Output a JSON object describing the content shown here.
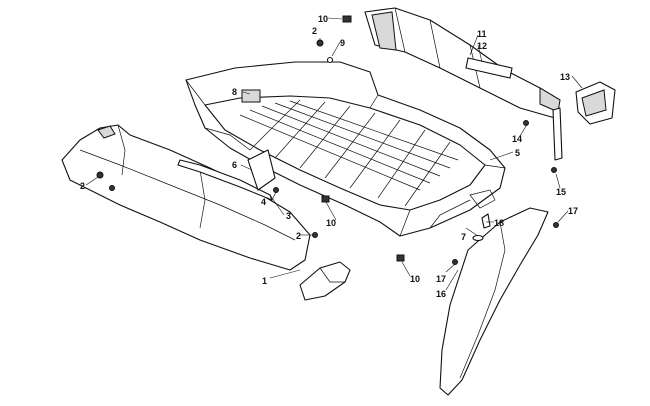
{
  "diagram": {
    "type": "exploded-parts-diagram",
    "callouts": [
      "1",
      "2",
      "2",
      "2",
      "3",
      "4",
      "5",
      "6",
      "7",
      "8",
      "9",
      "10",
      "10",
      "10",
      "11",
      "12",
      "13",
      "14",
      "15",
      "16",
      "17",
      "17",
      "18"
    ]
  },
  "colors": {
    "line": "#111111",
    "background": "#ffffff",
    "shade": "#d9d9d9"
  }
}
